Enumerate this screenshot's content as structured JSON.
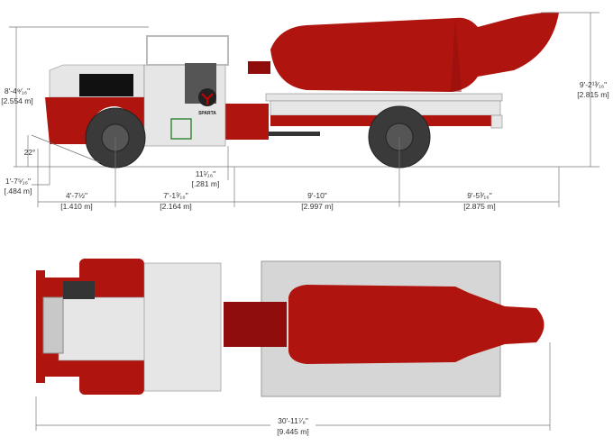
{
  "drawing": {
    "brand_logo": "SPARTA",
    "side_view": {
      "height_cab": {
        "imperial": "8'-4⁹⁄₁₆\"",
        "metric": "[2.554 m]"
      },
      "height_overall": {
        "imperial": "9'-2¹³⁄₁₆\"",
        "metric": "[2.815 m]"
      },
      "approach_angle": "22°",
      "front_overhang_height": {
        "imperial": "1'-7⁵⁄₁₆\"",
        "metric": "[.484 m]"
      },
      "ground_clearance": {
        "imperial": "11¹⁄₁₆\"",
        "metric": "[.281 m]"
      },
      "front_to_axle": {
        "imperial": "4'-7½\"",
        "metric": "[1.410 m]"
      },
      "axle_to_articulation": {
        "imperial": "7'-1³⁄₁₆\"",
        "metric": "[2.164 m]"
      },
      "articulation_to_rear_axle": {
        "imperial": "9'-10\"",
        "metric": "[2.997 m]"
      },
      "rear_overhang": {
        "imperial": "9'-5³⁄₁₆\"",
        "metric": "[2.875 m]"
      }
    },
    "top_view": {
      "overall_length": {
        "imperial": "30'-11⁷⁄₈\"",
        "metric": "[9.445 m]"
      }
    }
  }
}
